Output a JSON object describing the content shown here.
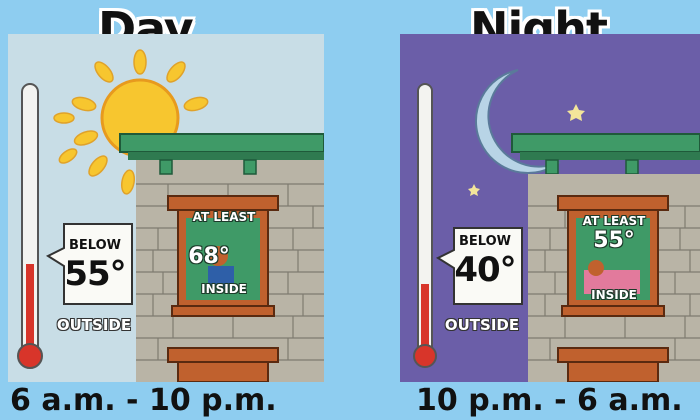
{
  "day": {
    "title": "Day",
    "time_range": "6 a.m. - 10 p.m.",
    "outside": {
      "qualifier": "BELOW",
      "temperature": "55°",
      "label": "OUTSIDE"
    },
    "inside": {
      "qualifier": "AT LEAST",
      "temperature": "68°",
      "label": "INSIDE"
    },
    "sky_color": "#c8dde6",
    "icon": "sun-icon"
  },
  "night": {
    "title": "Night",
    "time_range": "10 p.m. - 6 a.m.",
    "outside": {
      "qualifier": "BELOW",
      "temperature": "40°",
      "label": "OUTSIDE"
    },
    "inside": {
      "qualifier": "AT LEAST",
      "temperature": "55°",
      "label": "INSIDE"
    },
    "sky_color": "#6b5ea8",
    "icon": "moon-icon"
  },
  "colors": {
    "background": "#8ecdf0",
    "brick": "#b9b4a6",
    "cornice": "#3f9a67",
    "window_frame": "#c0612e",
    "thermometer_red": "#d8352a"
  }
}
